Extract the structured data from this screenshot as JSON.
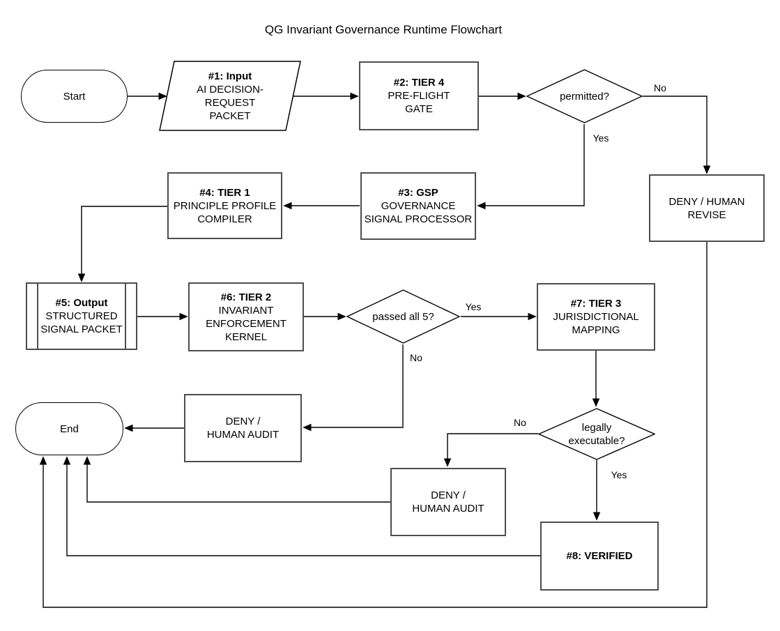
{
  "title": "QG Invariant Governance Runtime Flowchart",
  "nodes": {
    "start": {
      "label": "Start"
    },
    "input_packet": {
      "title": "#1: Input",
      "body": "AI DECISION-\nREQUEST\nPACKET"
    },
    "preflight_gate": {
      "title": "#2: TIER 4",
      "body": "PRE-FLIGHT\nGATE"
    },
    "permitted": {
      "label": "permitted?"
    },
    "deny_human_revise": {
      "body": "DENY / HUMAN\nREVISE"
    },
    "gsp": {
      "title": "#3: GSP",
      "body": "GOVERNANCE\nSIGNAL PROCESSOR"
    },
    "principle_profile_compiler": {
      "title": "#4: TIER 1",
      "body": "PRINCIPLE PROFILE\nCOMPILER"
    },
    "output_packet": {
      "title": "#5: Output",
      "body": "STRUCTURED\nSIGNAL PACKET"
    },
    "invariant_enforcement_kernel": {
      "title": "#6: TIER 2",
      "body": "INVARIANT\nENFORCEMENT\nKERNEL"
    },
    "passed_all_5": {
      "label": "passed all 5?"
    },
    "jurisdictional_mapping": {
      "title": "#7: TIER 3",
      "body": "JURISDICTIONAL\nMAPPING"
    },
    "legally_executable": {
      "label": "legally\nexecutable?"
    },
    "deny_human_audit_left": {
      "body": "DENY /\nHUMAN AUDIT"
    },
    "deny_human_audit_mid": {
      "body": "DENY /\nHUMAN AUDIT"
    },
    "verified": {
      "title": "#8: VERIFIED"
    },
    "end": {
      "label": "End"
    }
  },
  "edge_labels": {
    "permitted_no": "No",
    "permitted_yes": "Yes",
    "passed_yes": "Yes",
    "passed_no": "No",
    "legal_no": "No",
    "legal_yes": "Yes"
  },
  "colors": {
    "stroke_box": "#4d4d4d",
    "stroke_line": "#000000",
    "background": "#ffffff"
  }
}
